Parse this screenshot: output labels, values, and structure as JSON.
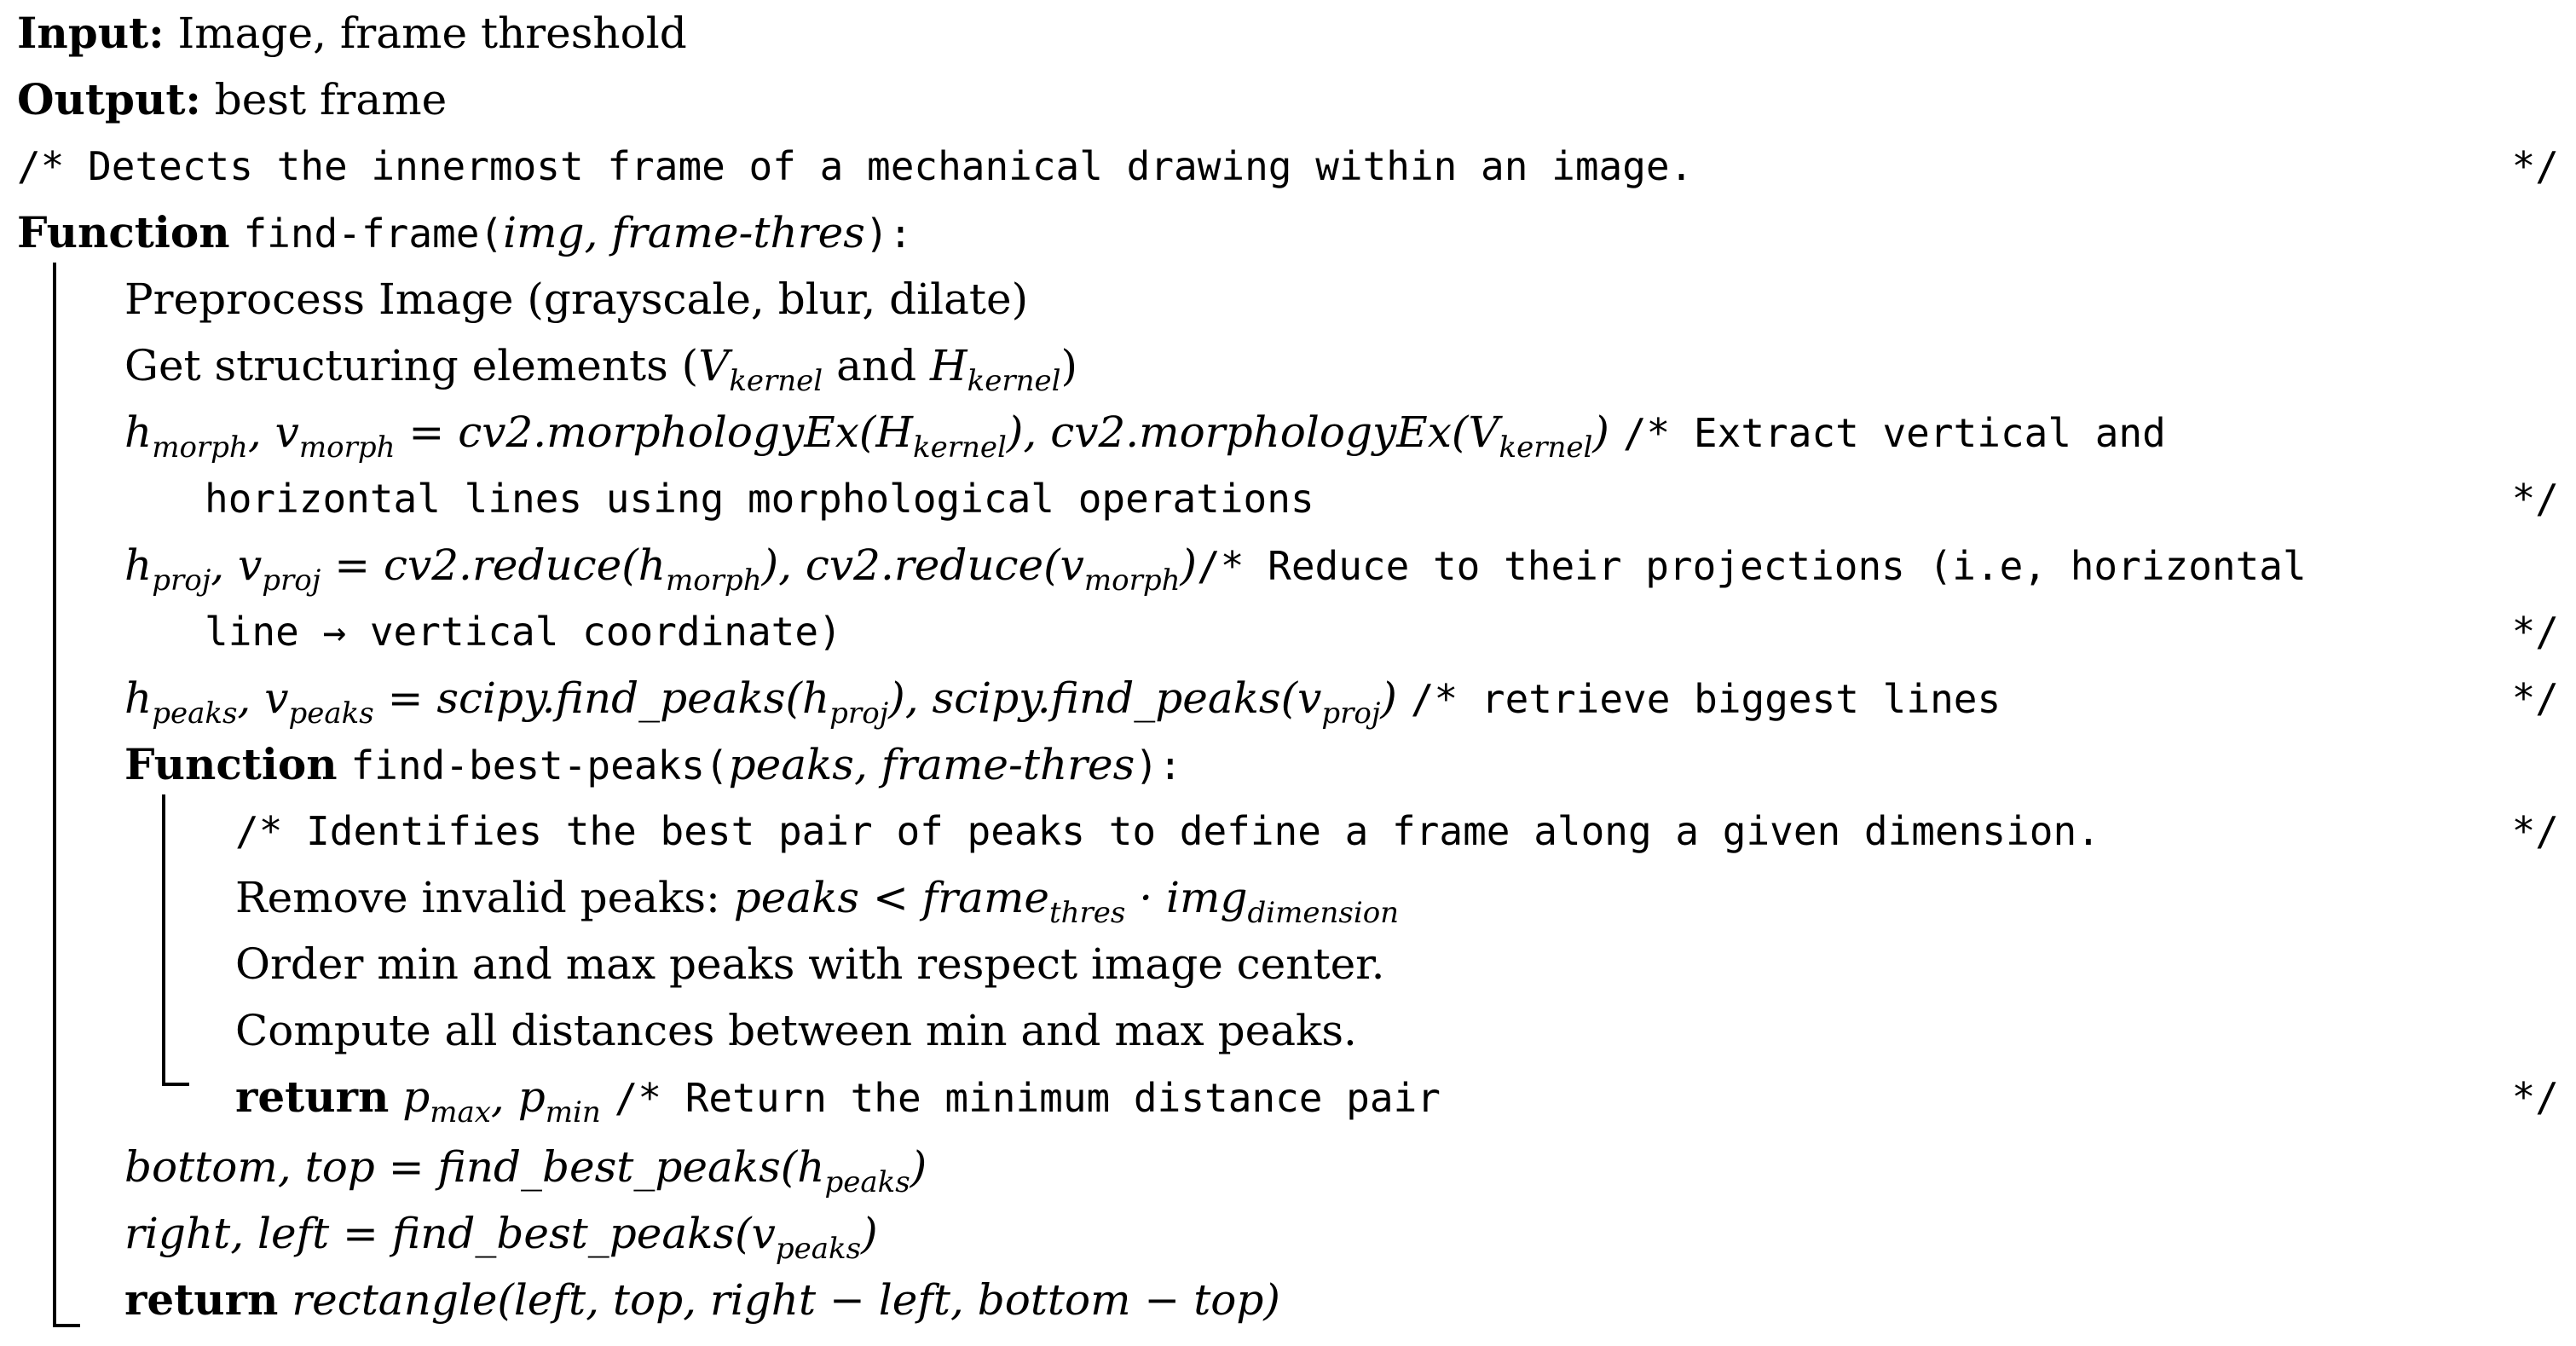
{
  "header": {
    "input_label": "Input:",
    "input_text": "Image, frame threshold",
    "output_label": "Output:",
    "output_text": "best frame"
  },
  "main_comment": {
    "text": "/* Detects the innermost frame of a mechanical drawing within an image.",
    "end": "*/"
  },
  "function1": {
    "keyword": "Function",
    "name": "find-frame",
    "open": "(",
    "args": "img, frame-thres",
    "close": "):"
  },
  "steps": {
    "preprocess": "Preprocess Image (grayscale, blur, dilate)",
    "structuring_prefix": "Get structuring elements (",
    "V": "V",
    "kernel": "kernel",
    "and": " and ",
    "H": "H",
    "close_paren": ")"
  },
  "morph": {
    "h": "h",
    "v": "v",
    "morph_sub": "morph",
    "eq": " = ",
    "call_h": "cv2.morphologyEx(H",
    "kernel": "kernel",
    "sep": "), ",
    "call_v": "cv2.morphologyEx(V",
    "end": ")",
    "comment1": "/* Extract vertical and",
    "comment2": "horizontal lines using morphological operations",
    "comment_end": "*/"
  },
  "proj": {
    "h": "h",
    "v": "v",
    "proj_sub": "proj",
    "eq": " = ",
    "call_h": "cv2.reduce(h",
    "morph_sub": "morph",
    "sep": "), ",
    "call_v": "cv2.reduce(v",
    "end": ")",
    "comment1": "/* Reduce to their projections (i.e, horizontal",
    "comment2": "line → vertical coordinate)",
    "comment_end": "*/"
  },
  "peaks": {
    "h": "h",
    "v": "v",
    "peaks_sub": "peaks",
    "eq": " = ",
    "call_h": "scipy.find_peaks(h",
    "proj_sub": "proj",
    "sep": "), ",
    "call_v": "scipy.find_peaks(v",
    "end": ")",
    "comment": "/* retrieve biggest lines",
    "comment_end": "*/"
  },
  "function2": {
    "keyword": "Function",
    "name": "find-best-peaks",
    "open": "(",
    "args": "peaks, frame-thres",
    "close": "):",
    "comment": "/* Identifies the best pair of peaks to define a frame along a given dimension.",
    "comment_end": "*/",
    "remove_prefix": "Remove invalid peaks: ",
    "remove_math_a": "peaks < frame",
    "thres": "thres",
    "dot": " · img",
    "dimension": "dimension",
    "order": "Order min and max peaks with respect image center.",
    "compute": "Compute all distances between min and max peaks.",
    "return_kw": "return",
    "p": "p",
    "max": "max",
    "comma": ", ",
    "min": "min",
    "return_comment": "/* Return the minimum distance pair",
    "return_comment_end": "*/"
  },
  "final": {
    "bottom_top": "bottom, top = find_best_peaks(h",
    "peaks_sub": "peaks",
    "close": ")",
    "right_left": "right, left = find_best_peaks(v",
    "return_kw": "return",
    "rectangle": "rectangle(left, top, right − left, bottom − top)"
  }
}
